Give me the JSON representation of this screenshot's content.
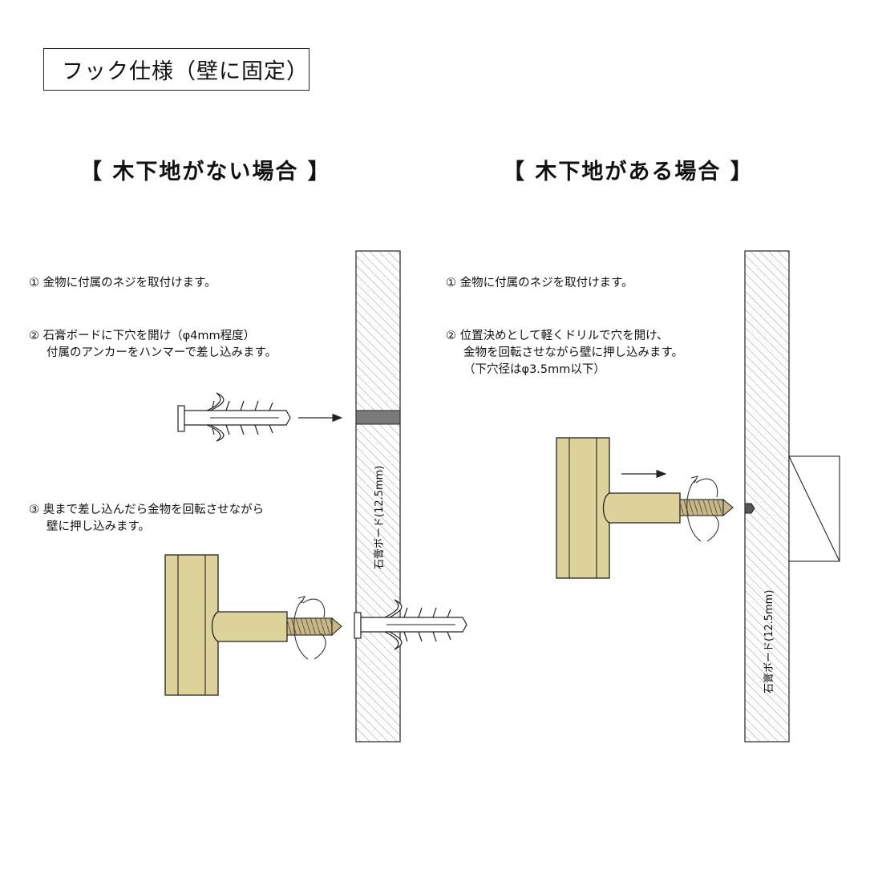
{
  "title": "フック仕様（壁に固定）",
  "sections": {
    "left": {
      "heading": "【 木下地がない場合 】",
      "steps": [
        {
          "num": "①",
          "lines": [
            "金物に付属のネジを取付けます。"
          ]
        },
        {
          "num": "②",
          "lines": [
            "石膏ボードに下穴を開け（φ4mm程度）",
            "付属のアンカーをハンマーで差し込みます。"
          ]
        },
        {
          "num": "③",
          "lines": [
            "奥まで差し込んだら金物を回転させながら",
            "壁に押し込みます。"
          ]
        }
      ],
      "wall_label": "石膏ボード(12.5mm)"
    },
    "right": {
      "heading": "【 木下地がある場合 】",
      "steps": [
        {
          "num": "①",
          "lines": [
            "金物に付属のネジを取付けます。"
          ]
        },
        {
          "num": "②",
          "lines": [
            "位置決めとして軽くドリルで穴を開け、",
            "金物を回転させながら壁に押し込みます。",
            "（下穴径はφ3.5mm以下）"
          ]
        }
      ],
      "wall_label": "石膏ボード(12.5mm)"
    }
  },
  "colors": {
    "brass": "#ddd39a",
    "screw": "#c9b884",
    "anchor": "#ffffff",
    "hatch": "#888888",
    "hole": "#777777",
    "outline": "#222222"
  },
  "icons": [
    "arrow-right-icon",
    "rotation-arrow-icon",
    "hatched-wall-section"
  ]
}
